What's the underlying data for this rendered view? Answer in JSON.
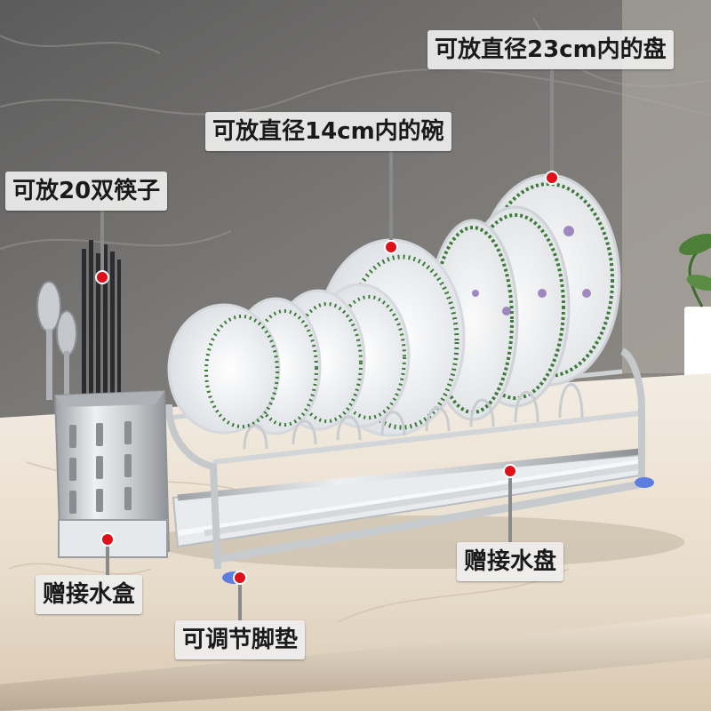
{
  "labels": {
    "plate": "可放直径23cm内的盘",
    "bowl": "可放直径14cm内的碗",
    "chopsticks": "可放20双筷子",
    "water_tray": "赠接水盘",
    "water_box": "赠接水盒",
    "feet": "可调节脚垫"
  },
  "colors": {
    "marker": "#e0101a",
    "label_bg": "#eeeeee",
    "label_text": "#1a1a1a",
    "steel": "#d8dadc",
    "feet": "#5a7fe0"
  }
}
